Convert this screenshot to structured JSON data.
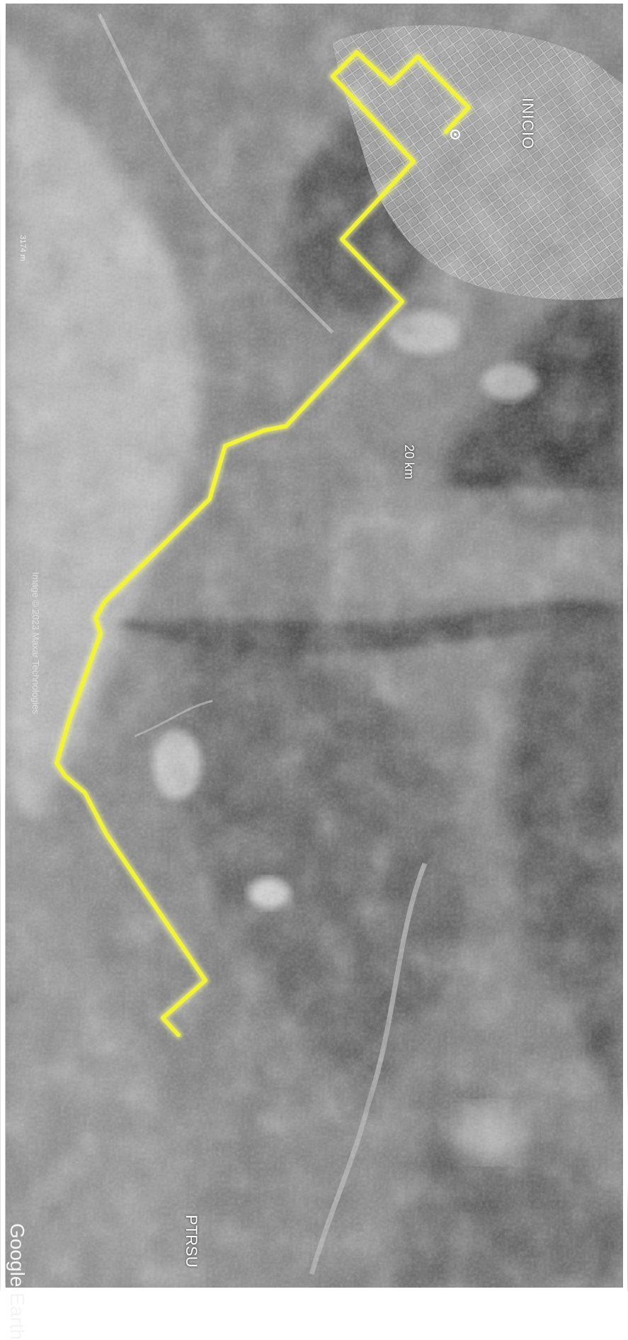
{
  "labels": {
    "start": "INICIO",
    "end": "PTRSU",
    "distance": "20 km",
    "scale": "3174 m",
    "attribution": "Image © 2023 Maxar Technologies",
    "brand": "Google Earth"
  },
  "colors": {
    "route": "#f2f23a",
    "route_glow": "#fbff8a",
    "imagery_dark": "#262626",
    "imagery_light": "#c9c9c9",
    "border": "#ffffff"
  },
  "icons": {
    "start_marker": "location-pin-icon"
  }
}
